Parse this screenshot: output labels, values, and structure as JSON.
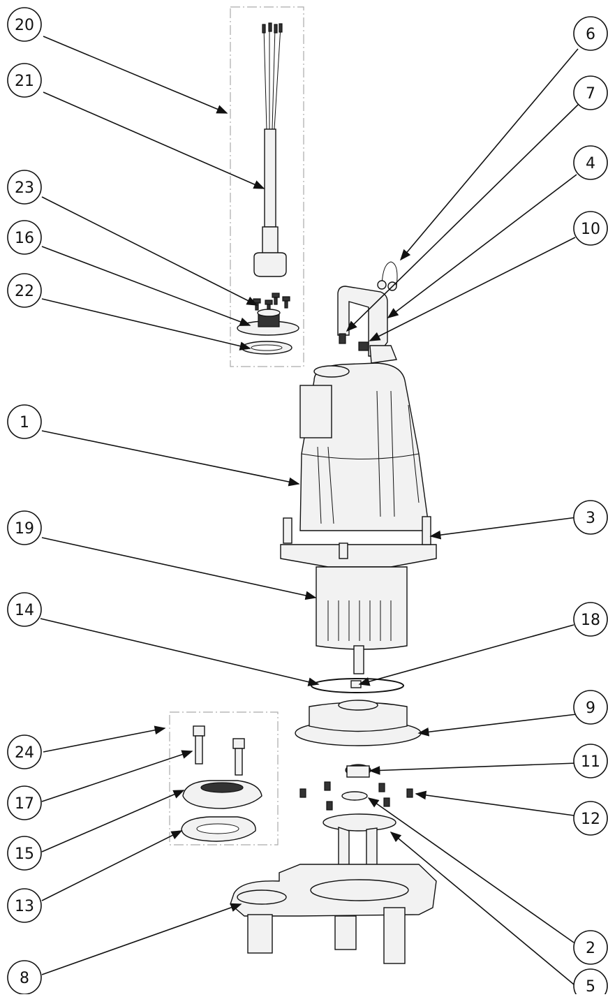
{
  "callouts": [
    "20",
    "21",
    "23",
    "16",
    "22",
    "6",
    "7",
    "4",
    "10",
    "1",
    "3",
    "19",
    "14",
    "18",
    "9",
    "24",
    "17",
    "11",
    "12",
    "15",
    "13",
    "2",
    "5",
    "8"
  ]
}
